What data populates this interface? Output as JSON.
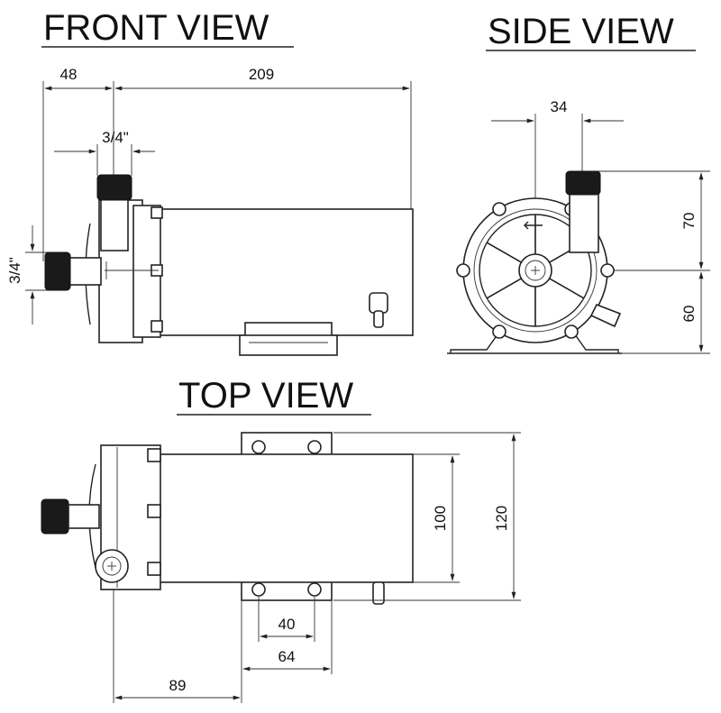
{
  "views": {
    "front": "FRONT VIEW",
    "side": "SIDE VIEW",
    "top": "TOP VIEW"
  },
  "dimensions": {
    "front_inlet_offset": "48",
    "front_length": "209",
    "front_outlet_thread": "3/4\"",
    "front_inlet_thread": "3/4\"",
    "side_width": "34",
    "side_height_upper": "70",
    "side_height_lower": "60",
    "top_body_width": "100",
    "top_base_width": "120",
    "top_hole_spacing": "40",
    "top_base_length": "64",
    "top_offset": "89"
  },
  "colors": {
    "line": "#222222",
    "background": "#ffffff"
  }
}
